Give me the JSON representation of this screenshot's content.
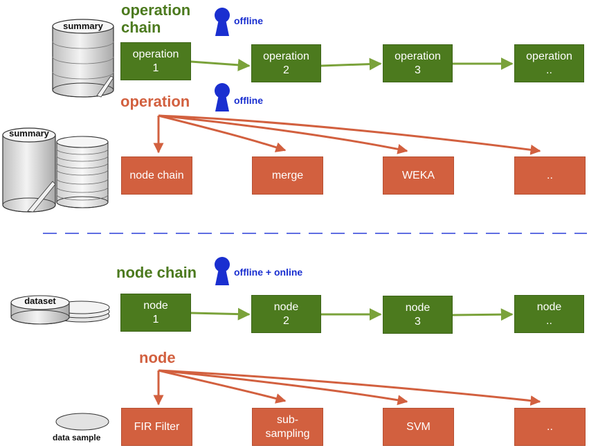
{
  "operation_section": {
    "chain_title": "operation\nchain",
    "chain_mode": "offline",
    "chain_boxes": [
      {
        "line1": "operation",
        "line2": "1"
      },
      {
        "line1": "operation",
        "line2": "2"
      },
      {
        "line1": "operation",
        "line2": "3"
      },
      {
        "line1": "operation",
        "line2": ".."
      }
    ],
    "op_title": "operation",
    "op_mode": "offline",
    "op_boxes": [
      "node chain",
      "merge",
      "WEKA",
      ".."
    ],
    "summary_label_top": "summary",
    "summary_label_bottom": "summary"
  },
  "node_section": {
    "chain_title": "node chain",
    "chain_mode": "offline + online",
    "chain_boxes": [
      {
        "line1": "node",
        "line2": "1"
      },
      {
        "line1": "node",
        "line2": "2"
      },
      {
        "line1": "node",
        "line2": "3"
      },
      {
        "line1": "node",
        "line2": ".."
      }
    ],
    "node_title": "node",
    "node_boxes": [
      "FIR Filter",
      "sub-\nsampling",
      "SVM",
      ".."
    ],
    "dataset_label": "dataset",
    "sample_label": "data sample"
  },
  "colors": {
    "green": "#4c7a1e",
    "orange": "#d2603f",
    "blue": "#1a2fd0",
    "divider": "#2a3fd8"
  }
}
